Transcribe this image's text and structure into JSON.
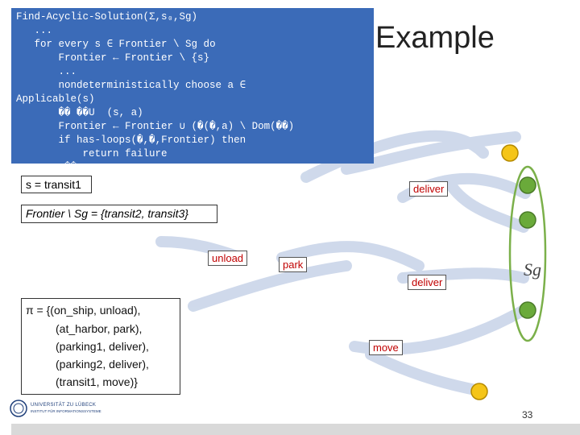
{
  "title": "Example",
  "code": {
    "lines": [
      "Find-Acyclic-Solution(Σ,s₀,Sg)",
      "   ...",
      "   for every s ∈ Frontier \\ Sg do",
      "       Frontier ← Frontier \\ {s}",
      "       ...",
      "       nondeterministically choose a ∈",
      "Applicable(s)",
      "       �� ��U  (s, a)",
      "       Frontier ← Frontier ∪ (�(�,a) \\ Dom(��)",
      "       if has-loops(�,�,Frontier) then",
      "           return failure",
      "   ...  ��"
    ]
  },
  "state_box": "s = transit1",
  "frontier_box": "Frontier \\ Sg = {transit2, transit3}",
  "actions": {
    "deliver_top": "deliver",
    "unload": "unload",
    "park": "park",
    "deliver_mid": "deliver",
    "move": "move"
  },
  "sg_label": "Sg",
  "policy": {
    "lines": [
      "π = {(on_ship, unload),",
      "(at_harbor, park),",
      "(parking1, deliver),",
      "(parking2, deliver),",
      "(transit1, move)}"
    ]
  },
  "logo": {
    "line1": "UNIVERSITÄT ZU LÜBECK",
    "line2": "INSTITUT FÜR INFORMATIONSSYSTEME"
  },
  "page_number": "33",
  "colors": {
    "code_bg": "#3b6bb8",
    "edge": "#c7d3e8",
    "node_yellow": "#f5c518",
    "node_green": "#6aaa3a",
    "action_text": "#c00000",
    "goal_ring": "#7bb04a"
  }
}
